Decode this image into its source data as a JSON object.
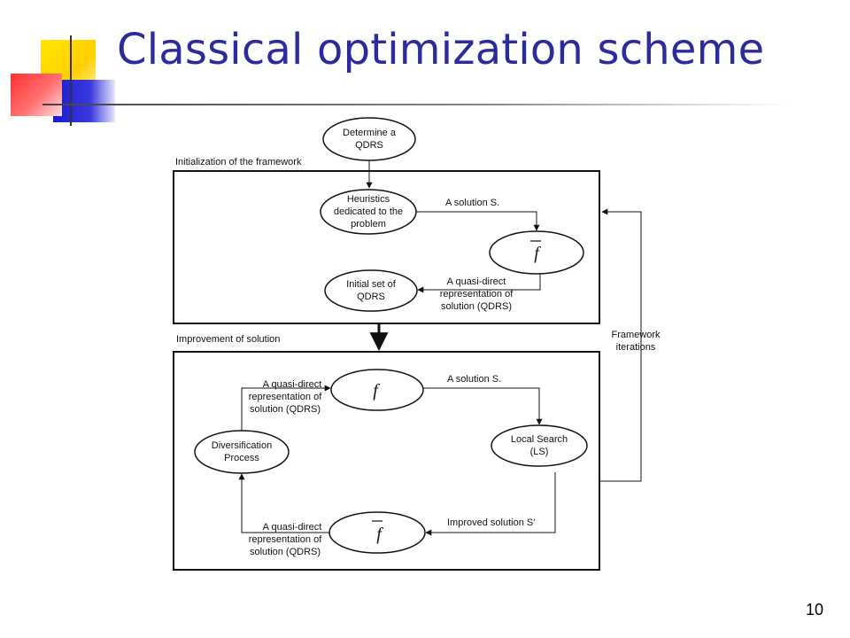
{
  "title": "Classical optimization scheme",
  "page_number": "10",
  "colors": {
    "title": "#2b2b9b"
  },
  "sections": {
    "init": "Initialization of the framework",
    "improve": "Improvement of solution"
  },
  "nodes": {
    "determine": [
      "Determine a",
      "QDRS"
    ],
    "heuristics": [
      "Heuristics",
      "dedicated to the",
      "problem"
    ],
    "f_top": "f",
    "initial_set": [
      "Initial set of",
      "QDRS"
    ],
    "f_mid": "f",
    "local_search": [
      "Local Search",
      "(LS)"
    ],
    "diversification": [
      "Diversification",
      "Process"
    ],
    "f_bottom": "f"
  },
  "edges": {
    "solution_s_top": "A solution S.",
    "qdrs_top": [
      "A quasi-direct",
      "representation of",
      "solution (QDRS)"
    ],
    "solution_s_mid": "A solution S.",
    "improved_solution": "Improved solution S'",
    "qdrs_bottom": [
      "A quasi-direct",
      "representation of",
      "solution (QDRS)"
    ],
    "qdrs_left": [
      "A quasi-direct",
      "representation of",
      "solution (QDRS)"
    ],
    "framework_iterations": [
      "Framework",
      "iterations"
    ]
  }
}
